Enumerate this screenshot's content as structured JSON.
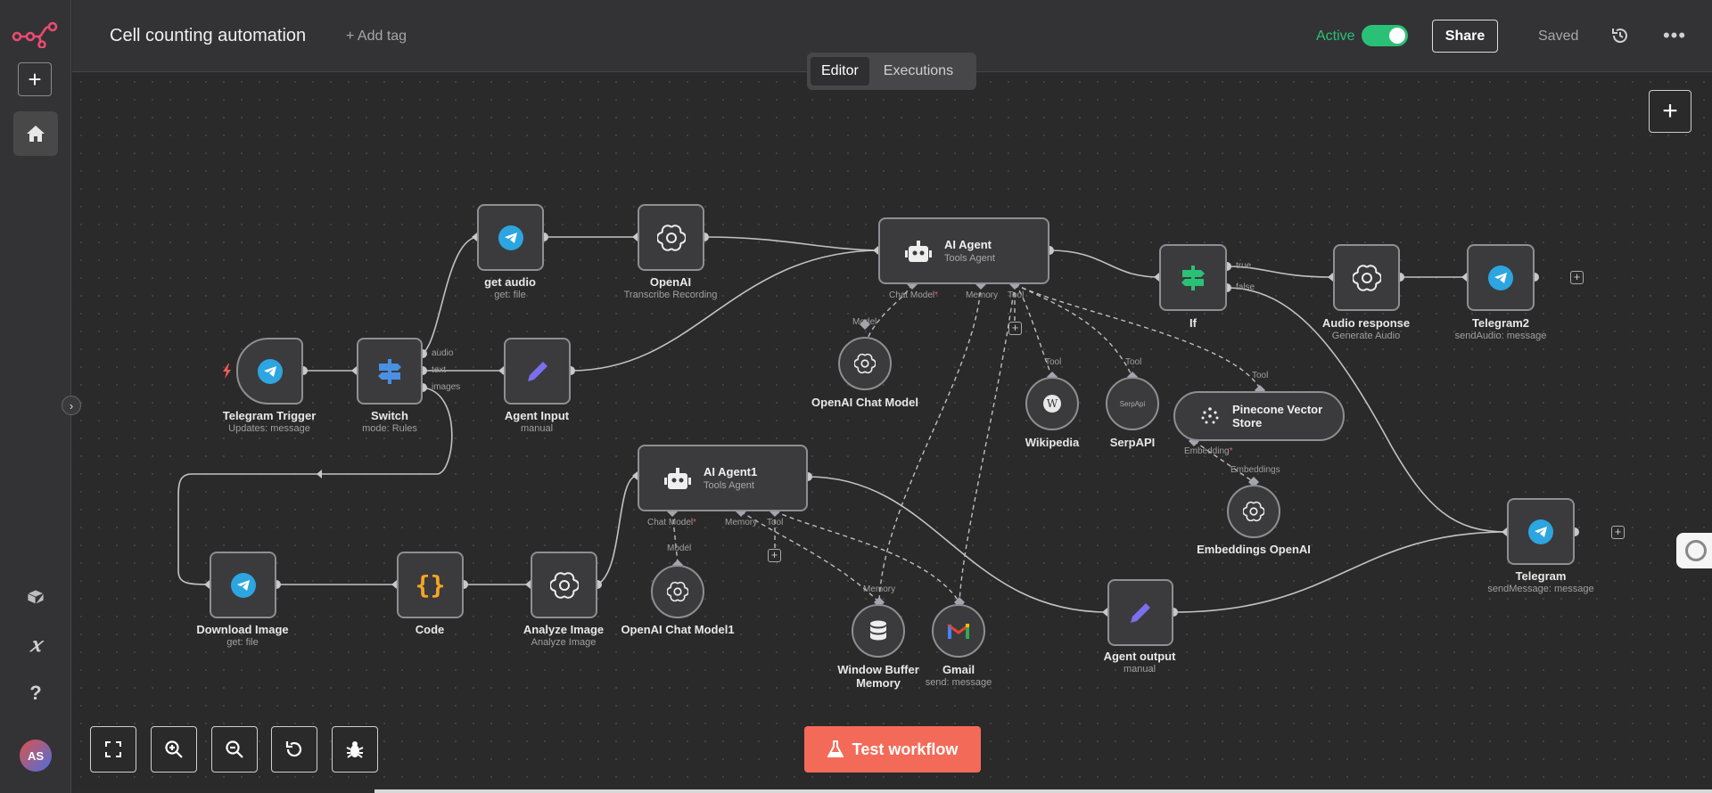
{
  "header": {
    "title": "Cell counting automation",
    "add_tag": "+ Add tag",
    "active_label": "Active",
    "share_label": "Share",
    "saved_label": "Saved"
  },
  "tabs": [
    {
      "label": "Editor",
      "active": true
    },
    {
      "label": "Executions",
      "active": false
    }
  ],
  "sidebar": {
    "avatar_initials": "AS",
    "icons": [
      "n8n-logo-icon",
      "plus-icon",
      "home-icon",
      "box-icon",
      "variable-icon",
      "help-icon"
    ]
  },
  "nodes": {
    "telegram_trigger": {
      "title": "Telegram Trigger",
      "subtitle": "Updates: message"
    },
    "switch": {
      "title": "Switch",
      "subtitle": "mode: Rules",
      "outputs": [
        "audio",
        "text",
        "images"
      ]
    },
    "get_audio": {
      "title": "get audio",
      "subtitle": "get: file"
    },
    "openai": {
      "title": "OpenAI",
      "subtitle": "Transcribe Recording"
    },
    "agent_input": {
      "title": "Agent Input",
      "subtitle": "manual"
    },
    "ai_agent": {
      "title": "AI Agent",
      "subtitle": "Tools Agent",
      "ports": [
        "Chat Model",
        "Memory",
        "Tool"
      ]
    },
    "openai_chat_model": {
      "title": "OpenAI Chat Model",
      "port": "Model"
    },
    "wikipedia": {
      "title": "Wikipedia",
      "port": "Tool"
    },
    "serpapi": {
      "title": "SerpAPI",
      "port": "Tool",
      "icon_text": "SerpApi"
    },
    "pinecone": {
      "title": "Pinecone Vector Store",
      "port": "Tool",
      "bottom_port": "Embedding"
    },
    "embeddings_openai": {
      "title": "Embeddings OpenAI",
      "port": "Embeddings"
    },
    "if": {
      "title": "If",
      "outputs": [
        "true",
        "false"
      ]
    },
    "audio_response": {
      "title": "Audio response",
      "subtitle": "Generate Audio"
    },
    "telegram2": {
      "title": "Telegram2",
      "subtitle": "sendAudio: message"
    },
    "download_image": {
      "title": "Download Image",
      "subtitle": "get: file"
    },
    "code": {
      "title": "Code"
    },
    "analyze_image": {
      "title": "Analyze Image",
      "subtitle": "Analyze Image"
    },
    "ai_agent1": {
      "title": "AI Agent1",
      "subtitle": "Tools Agent",
      "ports": [
        "Chat Model",
        "Memory",
        "Tool"
      ]
    },
    "openai_chat_model1": {
      "title": "OpenAI Chat Model1",
      "port": "Model"
    },
    "window_buffer_memory": {
      "title": "Window Buffer Memory",
      "port": "Memory"
    },
    "gmail": {
      "title": "Gmail",
      "subtitle": "send: message"
    },
    "agent_output": {
      "title": "Agent output",
      "subtitle": "manual"
    },
    "telegram": {
      "title": "Telegram",
      "subtitle": "sendMessage: message"
    }
  },
  "toolbar": {
    "test_workflow": "Test workflow",
    "icons": [
      "fit-view-icon",
      "zoom-in-icon",
      "zoom-out-icon",
      "reset-zoom-icon",
      "debug-icon"
    ]
  },
  "colors": {
    "accent": "#f46a58",
    "active": "#2ac177",
    "telegram": "#2ca5e0",
    "canvas": "#2a2a2b"
  }
}
